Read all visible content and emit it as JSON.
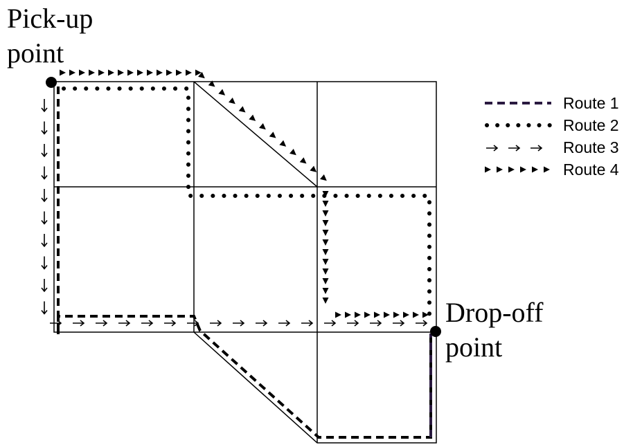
{
  "labels": {
    "pickup": [
      "Pick-up",
      "point"
    ],
    "dropoff": [
      "Drop-off",
      "point"
    ]
  },
  "legend": [
    {
      "key": "route1",
      "label": "Route 1",
      "color": "#2a1a40",
      "style": "dashed"
    },
    {
      "key": "route2",
      "label": "Route 2",
      "color": "#000000",
      "style": "dotted"
    },
    {
      "key": "route3",
      "label": "Route 3",
      "color": "#000000",
      "style": "arrows"
    },
    {
      "key": "route4",
      "label": "Route 4",
      "color": "#000000",
      "style": "triangles"
    }
  ],
  "colors": {
    "grid": "#000000",
    "route1": "#2a1a40",
    "markers": "#000000"
  }
}
